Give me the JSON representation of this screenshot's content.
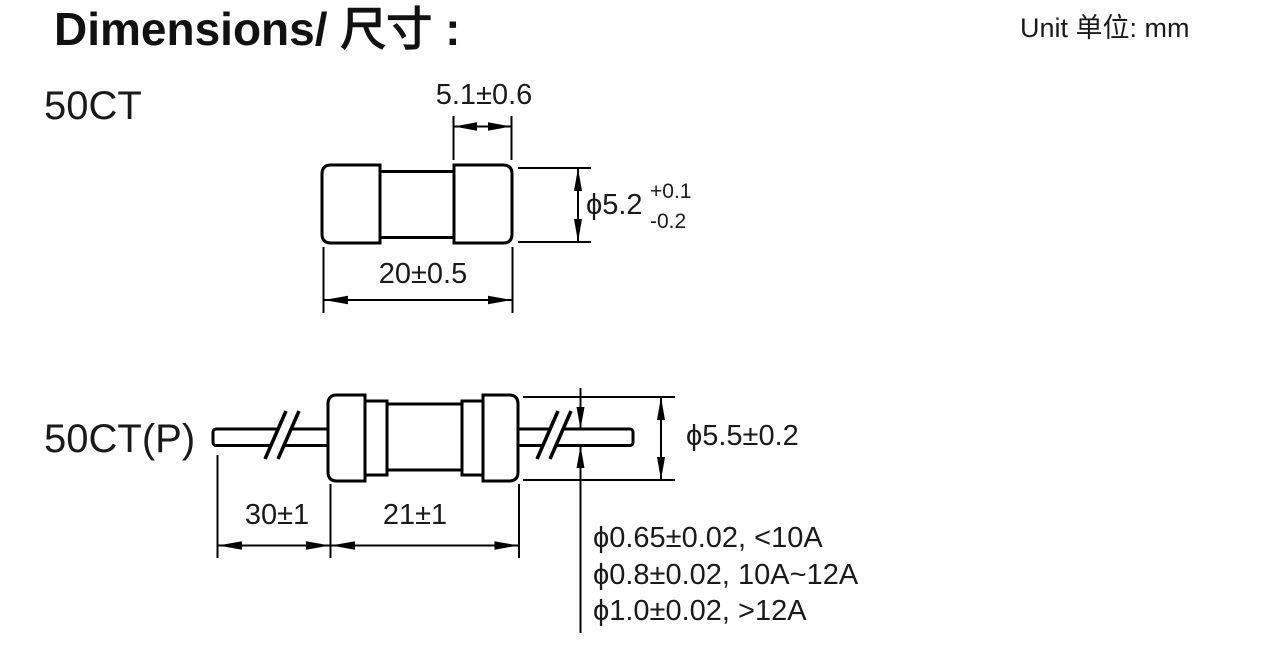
{
  "header": {
    "title": "Dimensions/ 尺寸 :",
    "unit_label": "Unit 单位: mm"
  },
  "colors": {
    "ink": "#000000",
    "background": "#ffffff"
  },
  "fuse_50ct": {
    "label": "50CT",
    "cap_width_dim": "5.1±0.6",
    "diameter_dim": "ϕ5.2",
    "diameter_tol_plus": "+0.1",
    "diameter_tol_minus": "-0.2",
    "body_length_dim": "20±0.5"
  },
  "fuse_50ctp": {
    "label": "50CT(P)",
    "lead_length_dim": "30±1",
    "body_length_dim": "21±1",
    "diameter_dim": "ϕ5.5±0.2",
    "lead_diameter_notes": [
      "ϕ0.65±0.02, <10A",
      "ϕ0.8±0.02, 10A~12A",
      "ϕ1.0±0.02, >12A"
    ]
  }
}
